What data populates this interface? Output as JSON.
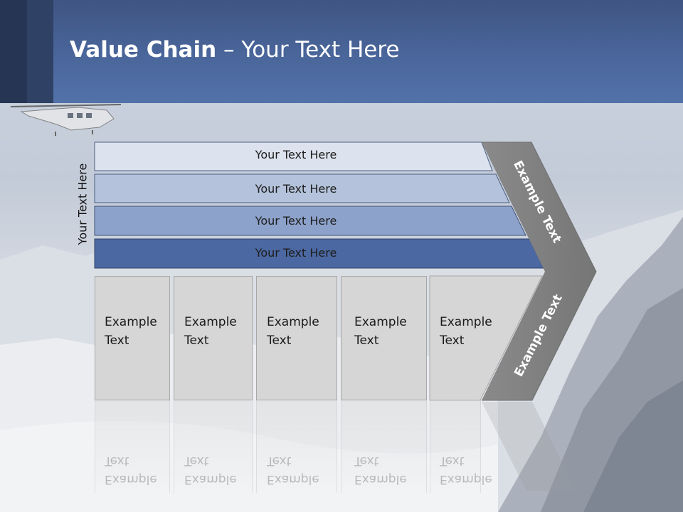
{
  "title": {
    "bold": "Value Chain",
    "rest": " – Your Text Here"
  },
  "side_label": "Your Text Here",
  "bars": [
    {
      "label": "Your Text Here",
      "color": "#dde3ee"
    },
    {
      "label": "Your Text Here",
      "color": "#b4c3db"
    },
    {
      "label": "Your Text Here",
      "color": "#8da2cb"
    },
    {
      "label": "Your Text Here",
      "color": "#4b68a2"
    }
  ],
  "boxes": [
    {
      "line1": "Example",
      "line2": "Text"
    },
    {
      "line1": "Example",
      "line2": "Text"
    },
    {
      "line1": "Example",
      "line2": "Text"
    },
    {
      "line1": "Example",
      "line2": "Text"
    },
    {
      "line1": "Example",
      "line2": "Text"
    }
  ],
  "chevron": {
    "top_label": "Example Text",
    "bottom_label": "Example Text",
    "color": "#7f7f7f"
  },
  "colors": {
    "header": "#4a669b",
    "box": "#d6d6d6"
  }
}
